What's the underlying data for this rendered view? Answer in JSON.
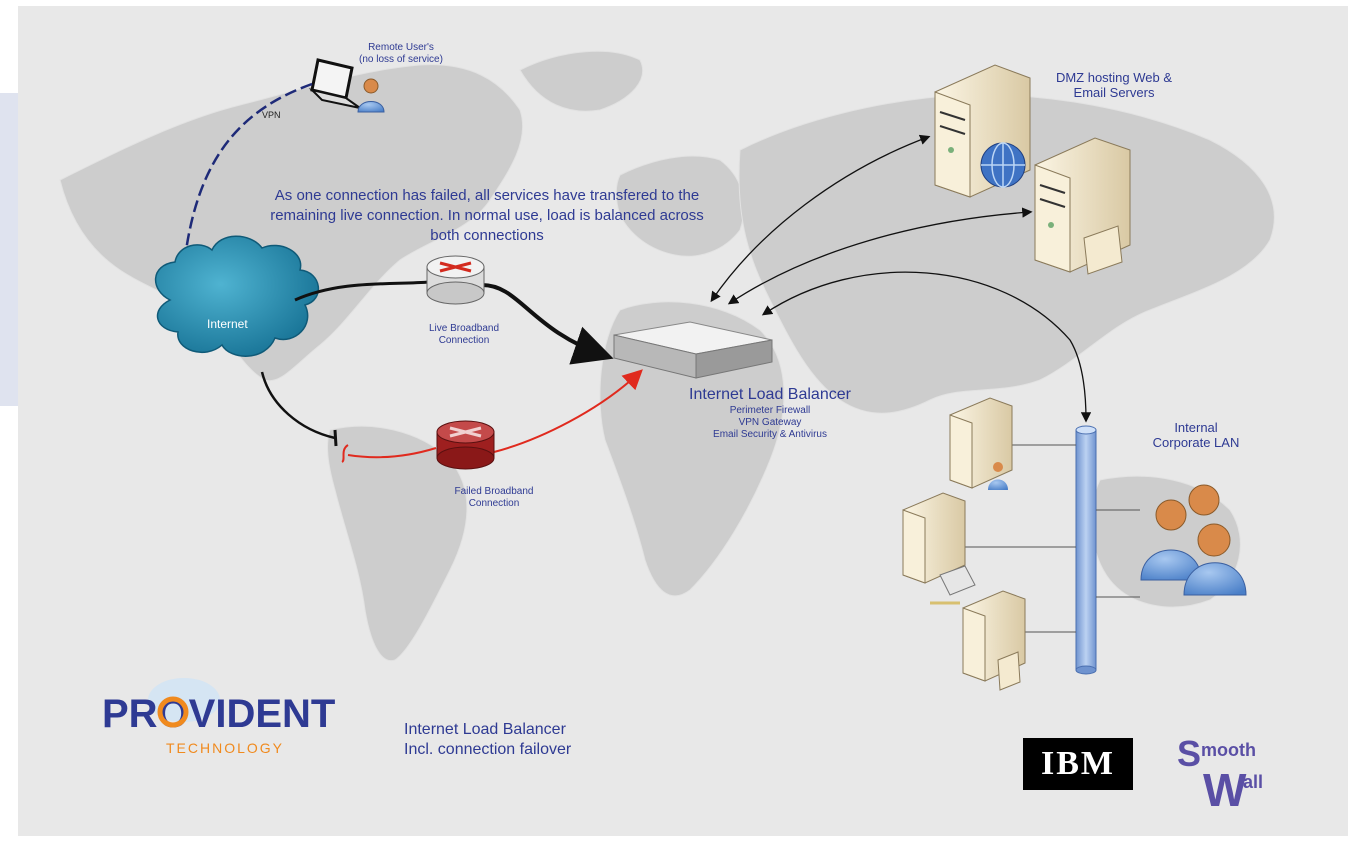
{
  "diagram": {
    "remote_user_label": [
      "Remote User's",
      "(no loss of service)"
    ],
    "vpn_label": "VPN",
    "internet_label": "Internet",
    "status_note": "As one connection has failed, all services have transfered to the remaining live connection. In normal use, load is balanced across both connections",
    "live_connection_label": [
      "Live Broadband",
      "Connection"
    ],
    "failed_connection_label": [
      "Failed Broadband",
      "Connection"
    ],
    "balancer_title": "Internet Load Balancer",
    "balancer_features": [
      "Perimeter Firewall",
      "VPN Gateway",
      "Email Security & Antivirus"
    ],
    "dmz_label": [
      "DMZ hosting Web &",
      "Email Servers"
    ],
    "lan_label": [
      "Internal",
      "Corporate LAN"
    ],
    "caption": [
      "Internet Load Balancer",
      "Incl. connection failover"
    ]
  },
  "logos": {
    "provident_name": "PROVIDENT",
    "provident_sub": "TECHNOLOGY",
    "ibm": "IBM",
    "smoothwall": "SmoothWall"
  },
  "colors": {
    "text": "#2e3a93",
    "live_link": "#111111",
    "failed_link": "#e02a1e",
    "vpn_link": "#1e2a78",
    "map": "#cfcfcf",
    "cloud": "#1f7fa3",
    "lan_pipe": "#8fb0e0"
  }
}
